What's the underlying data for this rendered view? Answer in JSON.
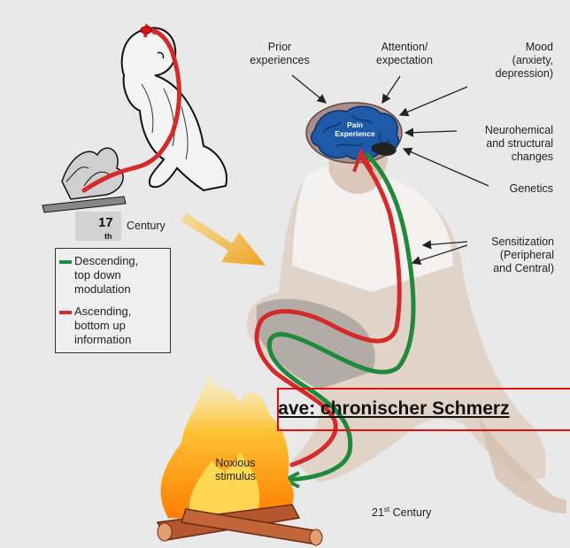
{
  "labels": {
    "prior_experiences": "Prior\nexperiences",
    "attention": "Attention/\nexpectation",
    "mood": "Mood\n(anxiety,\ndepression)",
    "neurochemical": "Neurohemical\nand structural\nchanges",
    "genetics": "Genetics",
    "sensitization": "Sensitization\n(Peripheral\nand Central)",
    "noxious": "Noxious\nstimulus",
    "brain_text": "Pain\nExperience"
  },
  "century_17": {
    "number": "17",
    "suffix": "th",
    "word": "Century"
  },
  "century_21": {
    "number": "21",
    "suffix": "st",
    "word": "Century"
  },
  "legend": {
    "descending": "Descending,\ntop down\nmodulation",
    "ascending": "Ascending,\nbottom up\ninformation"
  },
  "banner": "Cave: chronischer Schmerz",
  "colors": {
    "descending": "#1f8a3c",
    "ascending": "#d42a2a",
    "banner_border": "#e01010",
    "arrow": "#f0b432"
  }
}
